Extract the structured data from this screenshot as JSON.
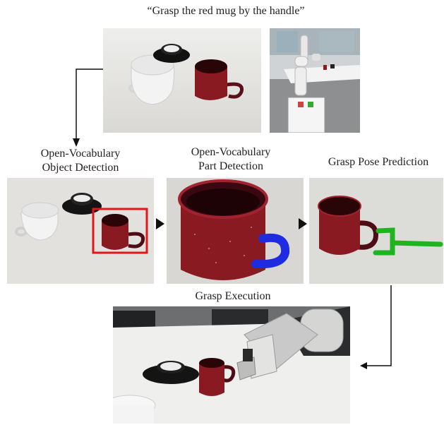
{
  "prompt": "“Grasp the red mug by the handle”",
  "stages": {
    "object_detection": "Open-Vocabulary\nObject Detection",
    "part_detection": "Open-Vocabulary\nPart Detection",
    "grasp_pose": "Grasp Pose Prediction",
    "grasp_execution": "Grasp Execution"
  },
  "colors": {
    "detection_box": "#e3161b",
    "handle_mask": "#1f2be0",
    "gripper": "#1fb31f",
    "mug_red": "#8a1a22",
    "arrow": "#111111"
  },
  "icons": {
    "step_arrow": "triangle-right"
  }
}
